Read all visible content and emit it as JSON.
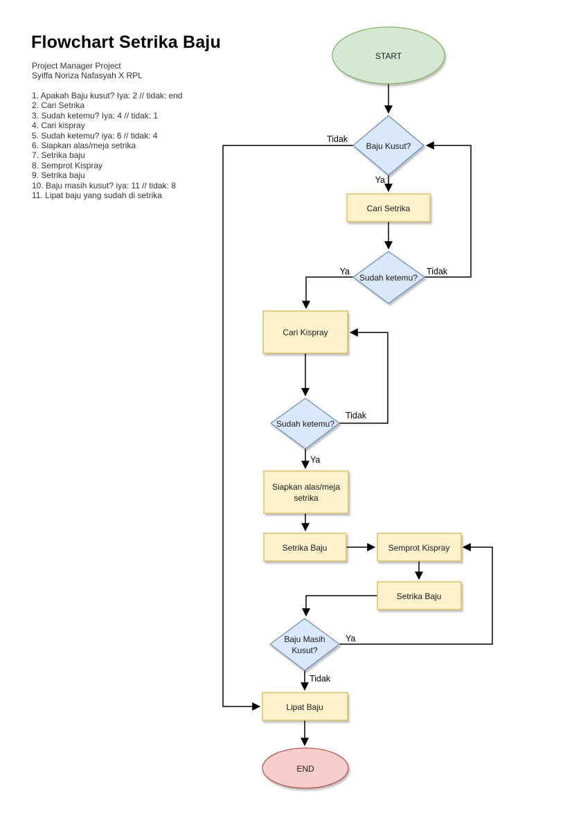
{
  "header": {
    "title": "Flowchart Setrika Baju",
    "subtitle_line1": "Project Manager Project",
    "subtitle_line2": "Syiffa Noriza Nafasyah X RPL"
  },
  "notes": {
    "items": [
      "1. Apakah Baju kusut? Iya: 2 // tidak: end",
      "2. Cari Setrika",
      "3. Sudah ketemu? Iya: 4 // tidak: 1",
      "4. Cari kispray",
      "5. Sudah ketemu? iya: 6 // tidak: 4",
      "6. Siapkan alas/meja setrika",
      "7. Setrika baju",
      "8. Semprot Kispray",
      "9. Setrika baju",
      "10. Baju masih kusut? iya: 11 // tidak: 8",
      "11. Lipat baju yang sudah di setrika"
    ]
  },
  "flowchart": {
    "nodes": {
      "start": {
        "label": "START"
      },
      "baju_kusut": {
        "label": "Baju Kusut?"
      },
      "cari_setrika": {
        "label": "Cari Setrika"
      },
      "sudah_ketemu_1": {
        "label": "Sudah ketemu?"
      },
      "cari_kispray": {
        "label": "Cari Kispray"
      },
      "sudah_ketemu_2": {
        "label": "Sudah ketemu?"
      },
      "siapkan": {
        "line1": "Siapkan alas/meja",
        "line2": "setrika"
      },
      "setrika_baju_1": {
        "label": "Setrika Baju"
      },
      "semprot_kispray": {
        "label": "Semprot Kispray"
      },
      "setrika_baju_2": {
        "label": "Setrika Baju"
      },
      "baju_masih_kusut": {
        "line1": "Baju Masih",
        "line2": "Kusut?"
      },
      "lipat_baju": {
        "label": "Lipat Baju"
      },
      "end": {
        "label": "END"
      }
    },
    "edge_labels": {
      "d1_tidak": "Tidak",
      "d1_ya": "Ya",
      "d2_ya": "Ya",
      "d2_tidak": "Tidak",
      "d3_tidak": "Tidak",
      "d3_ya": "Ya",
      "d4_ya": "Ya",
      "d4_tidak": "Tidak"
    },
    "colors": {
      "start_fill": "#d5e8d4",
      "start_stroke": "#82b366",
      "decision_fill": "#dae8fc",
      "decision_stroke": "#6c8ebf",
      "process_fill": "#fff2cc",
      "process_stroke": "#d6b656",
      "end_fill": "#f8cecc",
      "end_stroke": "#b85450",
      "edge_color": "#000000"
    }
  }
}
